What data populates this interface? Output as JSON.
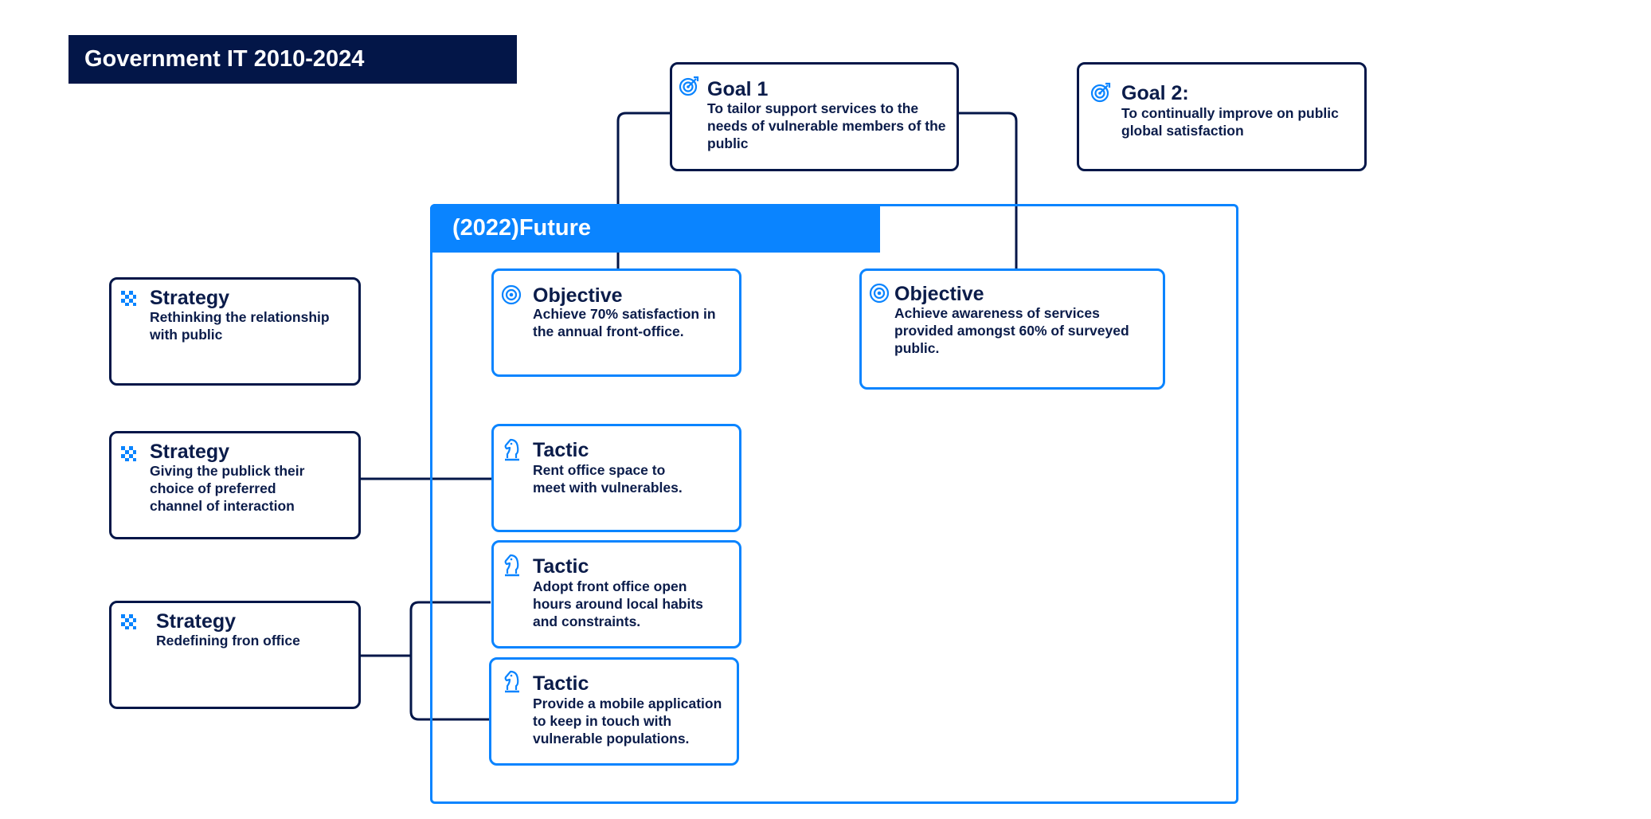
{
  "title": "Government IT 2010-2024",
  "frame": {
    "label": "(2022)Future"
  },
  "colors": {
    "navy": "#031648",
    "blue": "#0a84ff",
    "text": "#0b1c4a"
  },
  "goals": [
    {
      "heading": "Goal 1",
      "text": "To tailor support services to the needs of vulnerable members of the public",
      "icon": "target-arrow-icon"
    },
    {
      "heading": "Goal 2:",
      "text": "To continually improve on public global satisfaction",
      "icon": "target-arrow-icon"
    }
  ],
  "objectives": [
    {
      "heading": "Objective",
      "text": "Achieve 70% satisfaction in the annual front-office.",
      "icon": "bullseye-icon"
    },
    {
      "heading": "Objective",
      "text": "Achieve awareness of services provided amongst 60% of surveyed public.",
      "icon": "bullseye-icon"
    }
  ],
  "strategies": [
    {
      "heading": "Strategy",
      "text": "Rethinking the relationship with public",
      "icon": "checkered-flag-icon"
    },
    {
      "heading": "Strategy",
      "text": "Giving the publick their choice of preferred channel of interaction",
      "icon": "checkered-flag-icon"
    },
    {
      "heading": "Strategy",
      "text": "Redefining fron office",
      "icon": "checkered-flag-icon"
    }
  ],
  "tactics": [
    {
      "heading": "Tactic",
      "text": "Rent office space to meet with vulnerables.",
      "icon": "chess-knight-icon"
    },
    {
      "heading": "Tactic",
      "text": "Adopt front office open hours around local habits and constraints.",
      "icon": "chess-knight-icon"
    },
    {
      "heading": "Tactic",
      "text": "Provide a mobile application to keep in touch with vulnerable populations.",
      "icon": "chess-knight-icon"
    }
  ]
}
